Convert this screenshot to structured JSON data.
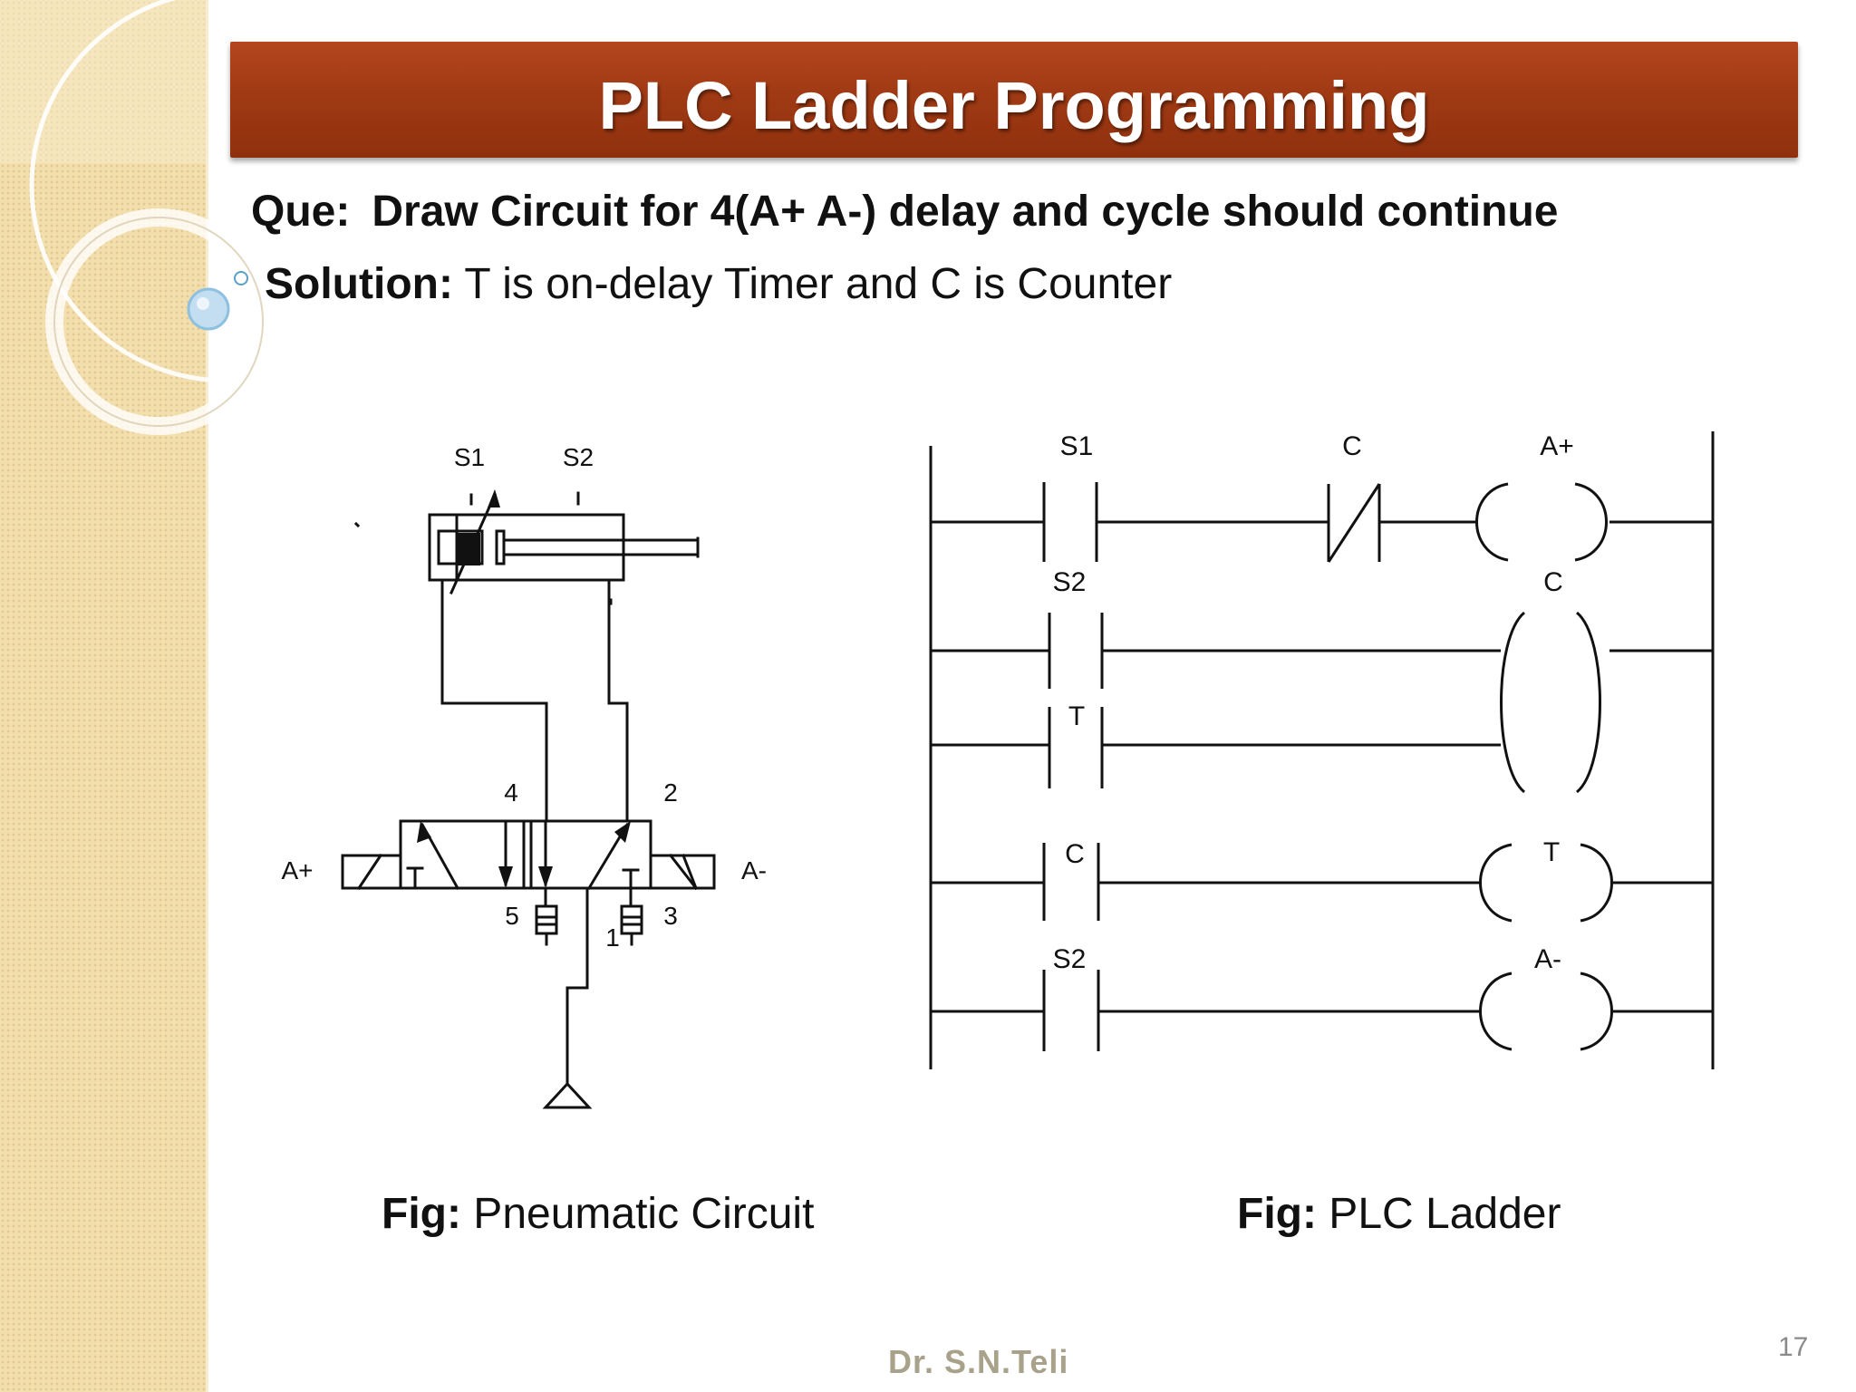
{
  "slide": {
    "title": "PLC Ladder Programming",
    "question_label": "Que:",
    "question_text": "Draw Circuit for 4(A+ A-) delay and cycle should continue",
    "solution_label": "Solution:",
    "solution_text": " T is on-delay Timer and C is Counter",
    "footer": "Dr.  S.N.Teli",
    "page_number": "17"
  },
  "pneumatic": {
    "caption_label": "Fig:",
    "caption_text": " Pneumatic Circuit",
    "labels": {
      "s1": "S1",
      "s2": "S2",
      "port4": "4",
      "port2": "2",
      "port5": "5",
      "port3": "3",
      "port1": "1",
      "a_plus": "A+",
      "a_minus": "A-"
    }
  },
  "ladder": {
    "caption_label": "Fig:",
    "caption_text": " PLC Ladder",
    "rungs": [
      {
        "contacts": [
          "S1",
          "C"
        ],
        "coil": "A+"
      },
      {
        "contacts": [
          "S2"
        ],
        "coil": "C"
      },
      {
        "contacts": [
          "T"
        ],
        "coil": ""
      },
      {
        "contacts": [
          "C"
        ],
        "coil": "T"
      },
      {
        "contacts": [
          "S2"
        ],
        "coil": "A-"
      }
    ],
    "labels": {
      "r1_contact1": "S1",
      "r1_contact2": "C",
      "r1_coil": "A+",
      "r2_contact": "S2",
      "r2_coil": "C",
      "r3_contact": "T",
      "r4_contact": "C",
      "r4_coil": "T",
      "r5_contact": "S2",
      "r5_coil": "A-"
    }
  }
}
